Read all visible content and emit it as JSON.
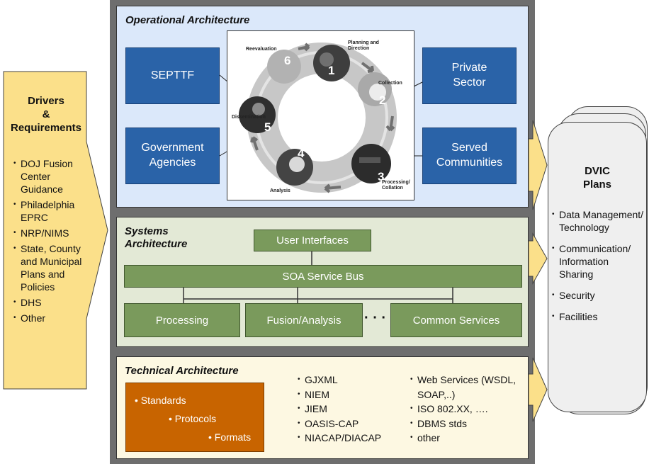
{
  "drivers": {
    "title": "Drivers\n&\nRequirements",
    "items": [
      "DOJ Fusion Center Guidance",
      "Philadelphia EPRC",
      "NRP/NIMS",
      "State, County and Municipal Plans and Policies",
      "DHS",
      "Other"
    ]
  },
  "operational": {
    "title": "Operational Architecture",
    "boxes": {
      "septtf": "SEPTTF",
      "gov": "Government\nAgencies",
      "private": "Private\nSector",
      "served": "Served\nCommunities"
    },
    "cycle": {
      "steps": [
        {
          "num": "1",
          "label": "Planning and\nDirection"
        },
        {
          "num": "2",
          "label": "Collection"
        },
        {
          "num": "3",
          "label": "Processing/\nCollation"
        },
        {
          "num": "4",
          "label": "Analysis"
        },
        {
          "num": "5",
          "label": "Dissemination"
        },
        {
          "num": "6",
          "label": "Reevaluation"
        }
      ]
    }
  },
  "systems": {
    "title": "Systems\nArchitecture",
    "user_interfaces": "User Interfaces",
    "bus": "SOA Service Bus",
    "processing": "Processing",
    "fusion": "Fusion/Analysis",
    "ellipsis": "· · ·",
    "common": "Common Services"
  },
  "technical": {
    "title": "Technical Architecture",
    "orange": [
      "Standards",
      "Protocols",
      "Formats"
    ],
    "col1": [
      "GJXML",
      "NIEM",
      "JIEM",
      "OASIS-CAP",
      "NIACAP/DIACAP"
    ],
    "col2": [
      "Web Services (WSDL, SOAP,..)",
      "ISO 802.XX, ….",
      "DBMS stds",
      "other"
    ]
  },
  "dvic": {
    "title": "DVIC\nPlans",
    "items": [
      "Data Management/ Technology",
      "Communication/ Information Sharing",
      "Security",
      "Facilities"
    ]
  },
  "colors": {
    "blue": "#2a63a8",
    "green": "#7a9a5c",
    "orange": "#c86400",
    "yellow": "#fbe08a",
    "op_bg": "#dbe8fa",
    "sys_bg": "#e3e9d6",
    "tech_bg": "#fdf8e2"
  }
}
